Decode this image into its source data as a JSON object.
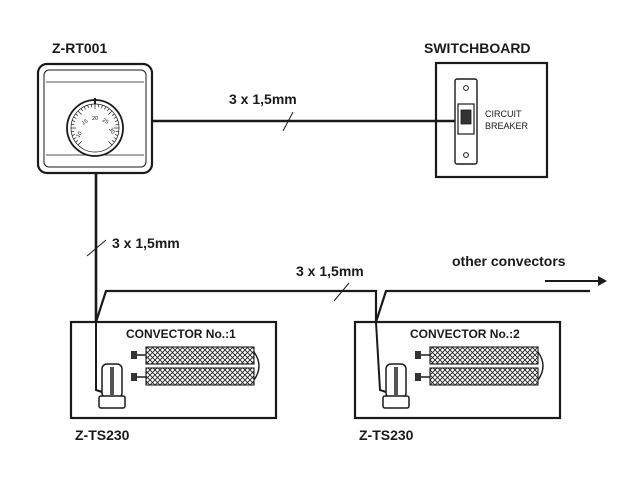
{
  "thermostat": {
    "model_label": "Z-RT001",
    "dial_scale": [
      "10",
      "15",
      "20",
      "25",
      "30"
    ]
  },
  "switchboard": {
    "title": "SWITCHBOARD",
    "breaker_line1": "CIRCUIT",
    "breaker_line2": "BREAKER"
  },
  "cables": {
    "thermostat_to_switchboard": "3 x 1,5mm",
    "thermostat_to_convectors": "3 x 1,5mm",
    "between_convectors": "3 x 1,5mm"
  },
  "other_convectors_label": "other convectors",
  "convectors": [
    {
      "title": "CONVECTOR No.:1",
      "actuator_label": "Z-TS230"
    },
    {
      "title": "CONVECTOR No.:2",
      "actuator_label": "Z-TS230"
    }
  ]
}
